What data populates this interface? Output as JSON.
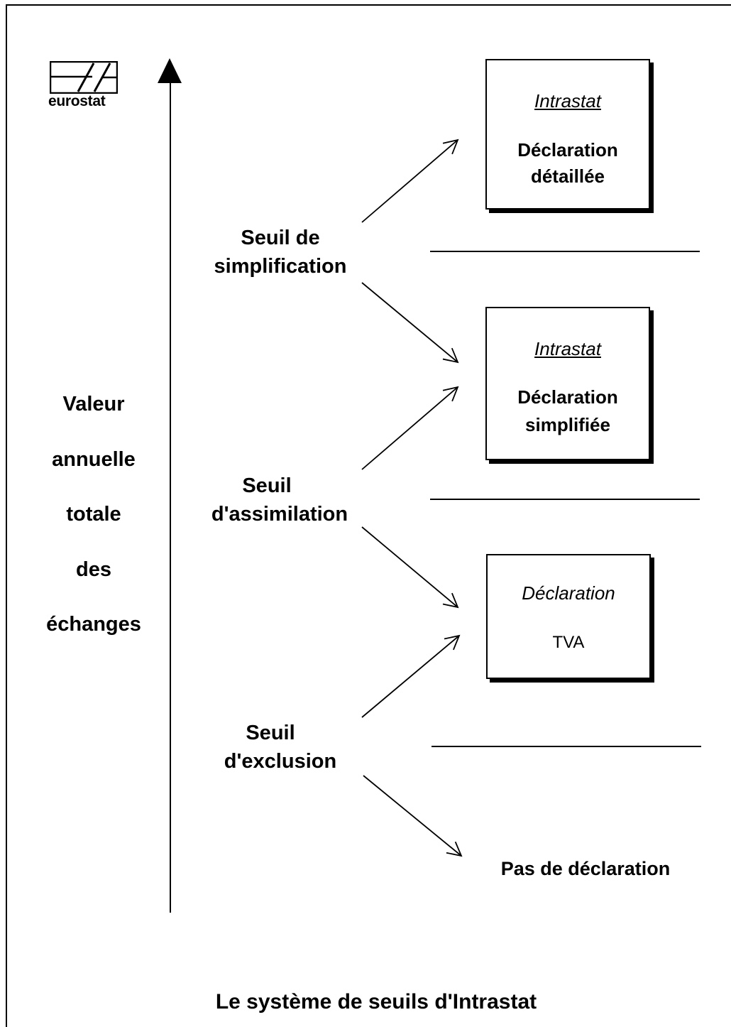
{
  "logo": {
    "text": "eurostat"
  },
  "axis": {
    "label_lines": [
      "Valeur",
      "annuelle",
      "totale",
      "des",
      "échanges"
    ]
  },
  "thresholds": [
    {
      "lines": [
        "Seuil de",
        "simplification"
      ]
    },
    {
      "lines": [
        "Seuil",
        "d'assimilation"
      ]
    },
    {
      "lines": [
        "Seuil",
        "d'exclusion"
      ]
    }
  ],
  "boxes": [
    {
      "kind": "Intrastat",
      "main_lines": [
        "Déclaration",
        "détaillée"
      ]
    },
    {
      "kind": "Intrastat",
      "main_lines": [
        "Déclaration",
        "simplifiée"
      ]
    },
    {
      "kind": "Déclaration",
      "main_lines": [
        "TVA"
      ]
    }
  ],
  "outcome_none": "Pas de déclaration",
  "caption": "Le système de seuils d'Intrastat"
}
